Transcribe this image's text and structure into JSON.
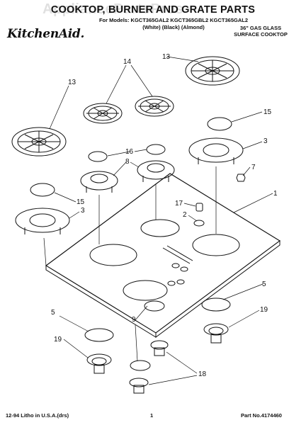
{
  "header": {
    "title": "COOKTOP, BURNER AND GRATE PARTS",
    "models_line": "For Models: KGCT365GAL2 KGCT365GBL2 KGCT365GAL2",
    "colors_line": "(White)     (Black)     (Almond)",
    "brand": "KitchenAid.",
    "product_line1": "36\" GAS GLASS",
    "product_line2": "SURFACE COOKTOP",
    "watermark": "AppliancePartsPros"
  },
  "callouts": [
    "13",
    "14",
    "13",
    "15",
    "3",
    "16",
    "8",
    "7",
    "15",
    "3",
    "1",
    "17",
    "2",
    "5",
    "19",
    "5",
    "9",
    "19",
    "18"
  ],
  "footer": {
    "left": "12-94 Litho in U.S.A.(drs)",
    "page": "1",
    "part_no": "Part No.4174460"
  },
  "colors": {
    "ink": "#111111",
    "glass": "#ffffff"
  }
}
